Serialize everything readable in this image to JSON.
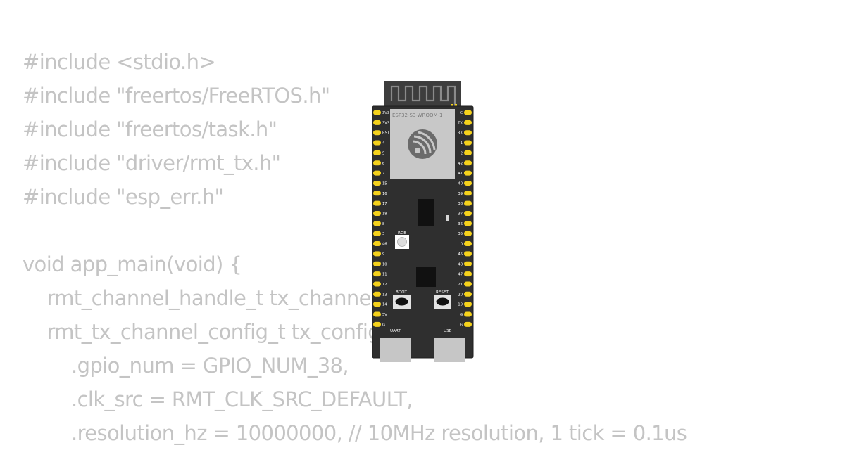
{
  "code": {
    "lines": [
      "#include <stdio.h>",
      "#include \"freertos/FreeRTOS.h\"",
      "#include \"freertos/task.h\"",
      "#include \"driver/rmt_tx.h\"",
      "#include \"esp_err.h\"",
      "",
      "void app_main(void) {",
      "    rmt_channel_handle_t tx_channel = NULL;",
      "    rmt_tx_channel_config_t tx_config = {",
      "        .gpio_num = GPIO_NUM_38,",
      "        .clk_src = RMT_CLK_SRC_DEFAULT,",
      "        .resolution_hz = 10000000, // 10MHz resolution, 1 tick = 0.1us"
    ]
  },
  "board": {
    "module_label": "ESP32-S3-WROOM-1",
    "rgb_label": "RGB",
    "boot_label": "BOOT",
    "reset_label": "RESET",
    "uart_label": "UART",
    "usb_label": "USB",
    "left_pins": [
      "3V3",
      "3V3",
      "RST",
      "4",
      "5",
      "6",
      "7",
      "15",
      "16",
      "17",
      "18",
      "8",
      "3",
      "46",
      "9",
      "10",
      "11",
      "12",
      "13",
      "14",
      "5V",
      "G"
    ],
    "right_pins": [
      "G",
      "TX",
      "RX",
      "1",
      "2",
      "42",
      "41",
      "40",
      "39",
      "38",
      "37",
      "36",
      "35",
      "0",
      "45",
      "48",
      "47",
      "21",
      "20",
      "19",
      "G",
      "G"
    ],
    "colors": {
      "pcb": "#2f2f2f",
      "pin": "#f5d21c",
      "antenna": "#3d3d3d",
      "module": "#c8c8c8",
      "code_text": "#c4c4c4"
    }
  }
}
